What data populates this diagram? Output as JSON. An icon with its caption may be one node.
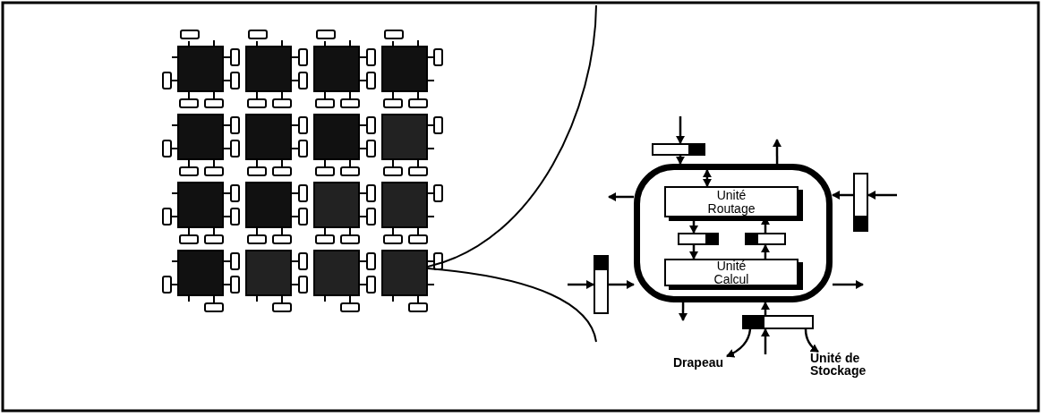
{
  "diagram": {
    "nodes": [
      {
        "text": [],
        "shape": "bar"
      },
      {
        "text": [],
        "shape": "box"
      },
      {
        "text": [
          "Unité Routage"
        ],
        "in": 1
      },
      {
        "text": [],
        "shape": "bar",
        "in": 1
      },
      {
        "text": [],
        "shape": "bar",
        "in": 1
      },
      {
        "text": [
          "Unité Calcul"
        ],
        "in": 1
      },
      {
        "text": [],
        "shape": "bar"
      },
      {
        "text": [],
        "shape": "bar"
      },
      {
        "text": [],
        "shape": "bar"
      },
      {
        "text": [
          "Drapeau"
        ]
      },
      {
        "text": [
          "Unité de Stockage"
        ]
      }
    ],
    "edges": [
      {
        "from": null,
        "to": 0,
        "arrow": "to"
      },
      {
        "from": 0,
        "to": 1,
        "arrow": "to"
      },
      {
        "from": 1,
        "to": 2,
        "arrow": "both"
      },
      {
        "from": 2,
        "to": 3,
        "arrow": "to"
      },
      {
        "from": 3,
        "to": 5,
        "arrow": "to"
      },
      {
        "from": 5,
        "to": 4,
        "arrow": "to"
      },
      {
        "from": 4,
        "to": 2,
        "arrow": "to"
      },
      {
        "from": 1,
        "to": null,
        "arrow": "to"
      },
      {
        "from": 1,
        "to": null,
        "arrow": "to"
      },
      {
        "from": null,
        "to": 6,
        "arrow": "to"
      },
      {
        "from": 6,
        "to": 1,
        "arrow": "to"
      },
      {
        "from": null,
        "to": 7,
        "arrow": "to"
      },
      {
        "from": 7,
        "to": 1,
        "arrow": "to"
      },
      {
        "from": 1,
        "to": null,
        "arrow": "to"
      },
      {
        "from": 1,
        "to": null,
        "arrow": "to"
      },
      {
        "from": null,
        "to": 8,
        "arrow": "to"
      },
      {
        "from": 8,
        "to": 1,
        "arrow": "to"
      },
      {
        "from": 8,
        "to": 9,
        "arrow": "to"
      },
      {
        "from": 8,
        "to": 10,
        "arrow": "to"
      }
    ]
  }
}
